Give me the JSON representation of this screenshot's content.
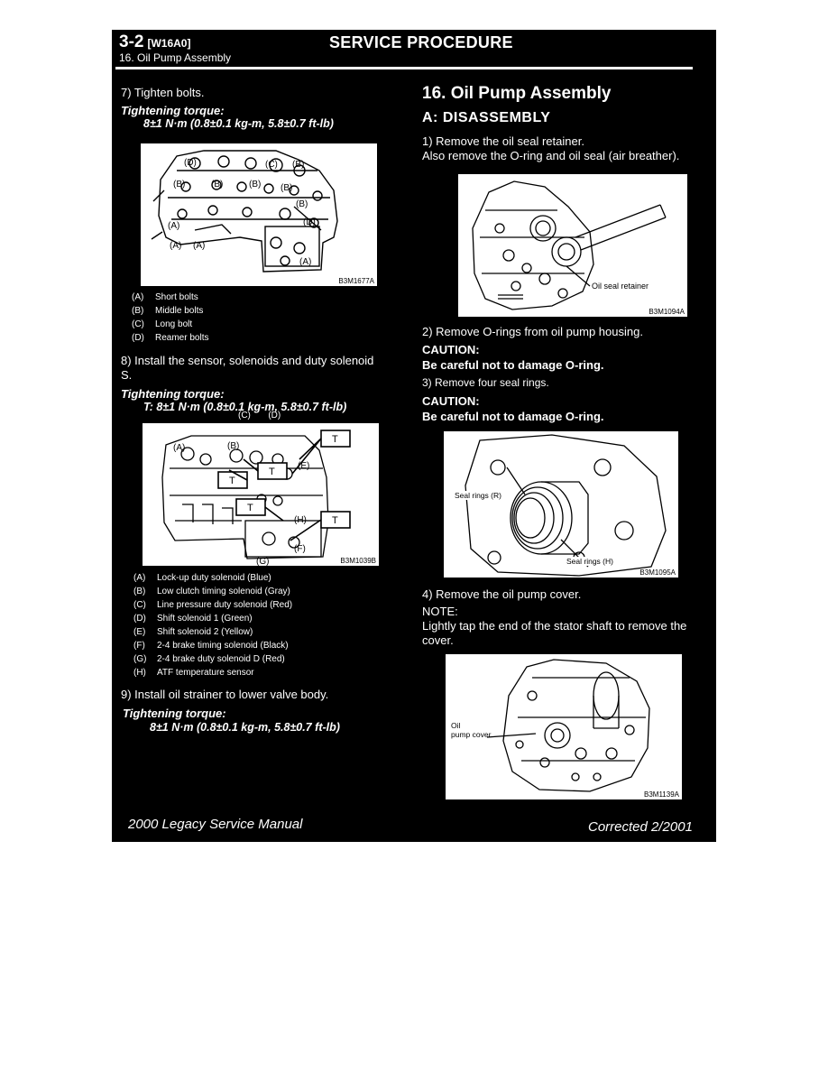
{
  "header": {
    "section_code": "3-2",
    "section_tag": "[W16A0]",
    "subsection": "16.  Oil Pump Assembly",
    "title": "SERVICE PROCEDURE"
  },
  "left": {
    "step7": "7) Tighten bolts.",
    "torque1_label": "Tightening torque:",
    "torque1_value": "8±1 N·m (0.8±0.1 kg-m, 5.8±0.7 ft-lb)",
    "fig1_code": "B3M1677A",
    "legend1": [
      {
        "key": "(A)",
        "text": "Short bolts"
      },
      {
        "key": "(B)",
        "text": "Middle bolts"
      },
      {
        "key": "(C)",
        "text": "Long bolt"
      },
      {
        "key": "(D)",
        "text": "Reamer bolts"
      }
    ],
    "step8_line1": "8) Install the sensor, solenoids and duty solenoid",
    "step8_line2": "S.",
    "torque2_label": "Tightening torque:",
    "torque2_value": "T: 8±1 N·m (0.8±0.1 kg-m, 5.8±0.7 ft-lb)",
    "fig2_code": "B3M1039B",
    "fig2_t_label": "T",
    "legend2": [
      {
        "key": "(A)",
        "text": "Lock-up duty solenoid (Blue)"
      },
      {
        "key": "(B)",
        "text": "Low clutch timing solenoid (Gray)"
      },
      {
        "key": "(C)",
        "text": "Line pressure duty solenoid (Red)"
      },
      {
        "key": "(D)",
        "text": "Shift solenoid 1 (Green)"
      },
      {
        "key": "(E)",
        "text": "Shift solenoid 2 (Yellow)"
      },
      {
        "key": "(F)",
        "text": "2-4 brake timing solenoid (Black)"
      },
      {
        "key": "(G)",
        "text": "2-4 brake duty solenoid D (Red)"
      },
      {
        "key": "(H)",
        "text": "ATF temperature sensor"
      }
    ],
    "step9": "9) Install oil strainer to lower valve body.",
    "torque3_label": "Tightening torque:",
    "torque3_value": "8±1 N·m (0.8±0.1 kg-m, 5.8±0.7 ft-lb)"
  },
  "right": {
    "section_title": "16.  Oil Pump Assembly",
    "sub_title": "A:  DISASSEMBLY",
    "step1_line1": "1) Remove the oil seal retainer.",
    "step1_line2": "Also remove the O-ring and oil seal (air breather).",
    "fig3_label": "Oil seal retainer",
    "fig3_code": "B3M1094A",
    "step2": "2) Remove O-rings from oil pump housing.",
    "caution1_label": "CAUTION:",
    "caution1_text": "Be careful not to damage O-ring.",
    "step3": "3) Remove four seal rings.",
    "caution2_label": "CAUTION:",
    "caution2_text": "Be careful not to damage O-ring.",
    "fig4_label_top": "Seal rings (R)",
    "fig4_label_bottom": "Seal rings (H)",
    "fig4_code": "B3M1095A",
    "step4": "4) Remove the oil pump cover.",
    "note_label": "NOTE:",
    "note_line1": "Lightly tap the end of the stator shaft to remove the",
    "note_line2": "cover.",
    "fig5_label_line1": "Oil",
    "fig5_label_line2": "pump cover",
    "fig5_code": "B3M1139A"
  },
  "footer": {
    "manual": "2000 Legacy Service Manual",
    "corrected": "Corrected  2/2001"
  }
}
